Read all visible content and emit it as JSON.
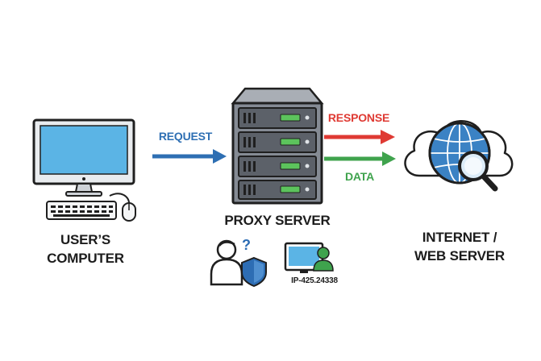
{
  "nodes": {
    "users_computer": {
      "label_line1": "USER’S",
      "label_line2": "COMPUTER"
    },
    "proxy_server": {
      "label": "PROXY SERVER"
    },
    "internet": {
      "label_line1": "INTERNET /",
      "label_line2": "WEB SERVER"
    }
  },
  "arrows": {
    "request": {
      "label": "REQUEST",
      "color": "#2e6fb3"
    },
    "response": {
      "label": "RESPONSE",
      "color": "#df3a33"
    },
    "data": {
      "label": "DATA",
      "color": "#3fa34d"
    }
  },
  "proxy_details": {
    "anonymity_icon": "anonymous-user-shield-icon",
    "ip_icon": "monitor-user-icon",
    "ip_label": "IP-425.24338"
  },
  "colors": {
    "outline": "#1f1f1f",
    "screen_blue": "#5bb4e5",
    "server_gray": "#858b94",
    "led_green": "#5cc35c",
    "globe_blue": "#3b82c4",
    "shield_blue": "#2d6db4",
    "user_green": "#3fa34d"
  }
}
